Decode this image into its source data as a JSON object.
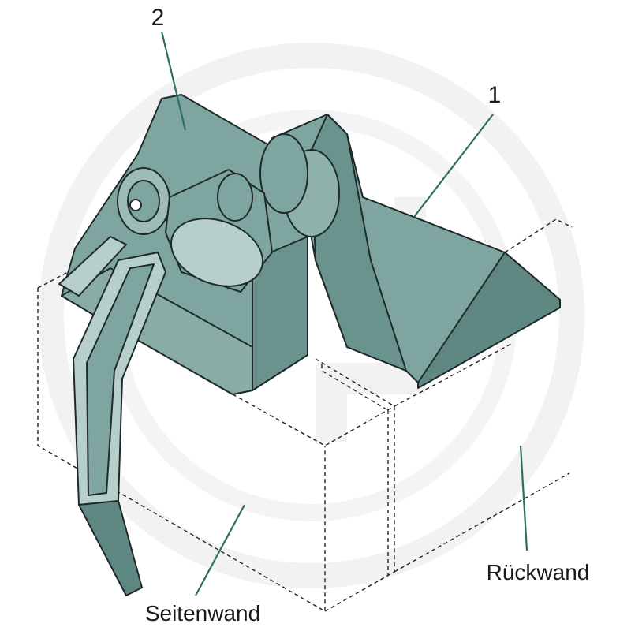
{
  "labels": {
    "part1": "1",
    "part2": "2",
    "side_wall": "Seitenwand",
    "rear_wall": "Rückwand"
  },
  "colors": {
    "part_fill": "#7fa5a0",
    "part_light": "#b7cfcb",
    "part_dark": "#5f8883",
    "leader": "#2e6e60",
    "watermark": "#f1f1f1"
  }
}
